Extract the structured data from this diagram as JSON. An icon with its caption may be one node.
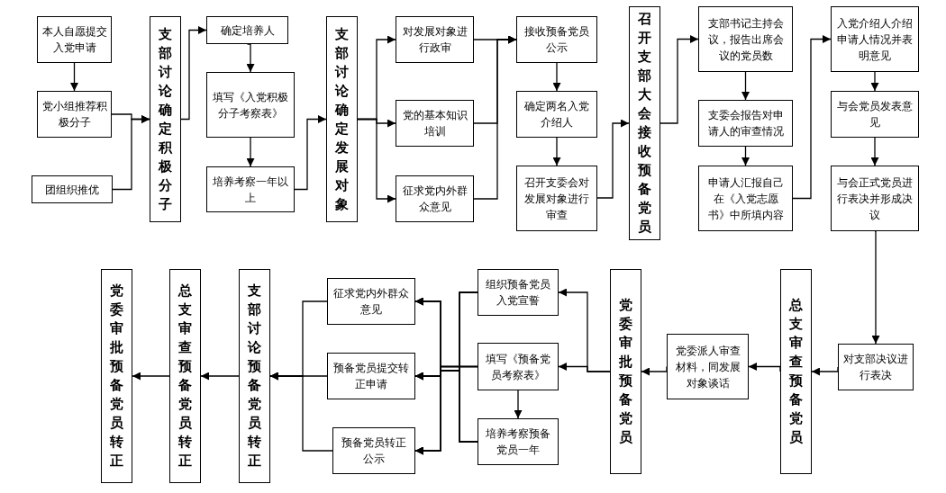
{
  "diagram": {
    "nodes": [
      {
        "text": [
          "本人自愿提交入党申请"
        ]
      },
      {
        "text": [
          "党小组推荐积极分子"
        ]
      },
      {
        "text": [
          "团组织推优"
        ]
      },
      {
        "text": [
          "支部讨论确定积极分子"
        ]
      },
      {
        "text": [
          "确定培养人"
        ]
      },
      {
        "text": [
          "填写《入党积极分子考察表》"
        ]
      },
      {
        "text": [
          "培养考察一年以上"
        ]
      },
      {
        "text": [
          "支部讨论确定发展对象"
        ]
      },
      {
        "text": [
          "对发展对象进行政审"
        ]
      },
      {
        "text": [
          "党的基本知识培训"
        ]
      },
      {
        "text": [
          "征求党内外群众意见"
        ]
      },
      {
        "text": [
          "接收预备党员公示"
        ]
      },
      {
        "text": [
          "确定两名入党介绍人"
        ]
      },
      {
        "text": [
          "召开支委会对发展对象进行审查"
        ]
      },
      {
        "text": [
          "召开支部大会接收预备党员"
        ]
      },
      {
        "text": [
          "支部书记主持会议，报告出席会议的党员数"
        ]
      },
      {
        "text": [
          "支委会报告对申请人的审查情况"
        ]
      },
      {
        "text": [
          "申请人汇报自己在《入党志愿书》中所填内容"
        ]
      },
      {
        "text": [
          "入党介绍人介绍申请人情况并表明意见"
        ]
      },
      {
        "text": [
          "与会党员发表意见"
        ]
      },
      {
        "text": [
          "与会正式党员进行表决并形成决议"
        ]
      },
      {
        "text": [
          "对支部决议进行表决"
        ]
      },
      {
        "text": [
          "总支审查预备党员"
        ]
      },
      {
        "text": [
          "党委派人审查材料，同发展对象谈话"
        ]
      },
      {
        "text": [
          "党委审批预备党员"
        ]
      },
      {
        "text": [
          "组织预备党员入党宣誓"
        ]
      },
      {
        "text": [
          "填写《预备党员考察表》"
        ]
      },
      {
        "text": [
          "培养考察预备党员一年"
        ]
      },
      {
        "text": [
          "征求党内外群众意见"
        ]
      },
      {
        "text": [
          "预备党员提交转正申请"
        ]
      },
      {
        "text": [
          "预备党员转正公示"
        ]
      },
      {
        "text": [
          "支部讨论预备党员转正"
        ]
      },
      {
        "text": [
          "总支审查预备党员转正"
        ]
      },
      {
        "text": [
          "党委审批预备党员转正"
        ]
      }
    ],
    "edges": [
      {
        "from": 0,
        "to": 1,
        "arrow": "to"
      },
      {
        "from": 1,
        "to": 3,
        "arrow": "to"
      },
      {
        "from": 2,
        "to": 3,
        "arrow": "to"
      },
      {
        "from": 3,
        "to": 4,
        "arrow": "to"
      },
      {
        "from": 4,
        "to": 5,
        "arrow": "to"
      },
      {
        "from": 5,
        "to": 6,
        "arrow": "to"
      },
      {
        "from": 6,
        "to": 7,
        "arrow": "to"
      },
      {
        "from": 7,
        "to": 8,
        "arrow": "to"
      },
      {
        "from": 7,
        "to": 9,
        "arrow": "to"
      },
      {
        "from": 7,
        "to": 10,
        "arrow": "to"
      },
      {
        "from": 8,
        "to": 11,
        "arrow": "to"
      },
      {
        "from": 9,
        "to": 11,
        "arrow": "to"
      },
      {
        "from": 10,
        "to": 11,
        "arrow": "to"
      },
      {
        "from": 11,
        "to": 12,
        "arrow": "to"
      },
      {
        "from": 12,
        "to": 13,
        "arrow": "to"
      },
      {
        "from": 13,
        "to": 14,
        "arrow": "to"
      },
      {
        "from": 14,
        "to": 15,
        "arrow": "to"
      },
      {
        "from": 15,
        "to": 16,
        "arrow": "to"
      },
      {
        "from": 16,
        "to": 17,
        "arrow": "to"
      },
      {
        "from": 17,
        "to": 18,
        "arrow": "to"
      },
      {
        "from": 18,
        "to": 19,
        "arrow": "to"
      },
      {
        "from": 19,
        "to": 20,
        "arrow": "to"
      },
      {
        "from": 20,
        "to": 21,
        "arrow": "to"
      },
      {
        "from": 21,
        "to": 22,
        "arrow": "to"
      },
      {
        "from": 22,
        "to": 23,
        "arrow": "to"
      },
      {
        "from": 23,
        "to": 24,
        "arrow": "to"
      },
      {
        "from": 24,
        "to": 25,
        "arrow": "to"
      },
      {
        "from": 24,
        "to": 26,
        "arrow": "to"
      },
      {
        "from": 26,
        "to": 27,
        "arrow": "to"
      },
      {
        "from": 25,
        "to": 28,
        "arrow": "to"
      },
      {
        "from": 25,
        "to": 29,
        "arrow": "to"
      },
      {
        "from": 25,
        "to": 30,
        "arrow": "to"
      },
      {
        "from": 26,
        "to": 28,
        "arrow": "to"
      },
      {
        "from": 26,
        "to": 29,
        "arrow": "to"
      },
      {
        "from": 26,
        "to": 30,
        "arrow": "to"
      },
      {
        "from": 27,
        "to": 28,
        "arrow": "to"
      },
      {
        "from": 27,
        "to": 29,
        "arrow": "to"
      },
      {
        "from": 27,
        "to": 30,
        "arrow": "to"
      },
      {
        "from": 28,
        "to": 31,
        "arrow": "to"
      },
      {
        "from": 29,
        "to": 31,
        "arrow": "to"
      },
      {
        "from": 30,
        "to": 31,
        "arrow": "to"
      },
      {
        "from": 31,
        "to": 32,
        "arrow": "to"
      },
      {
        "from": 32,
        "to": 33,
        "arrow": "to"
      }
    ]
  }
}
